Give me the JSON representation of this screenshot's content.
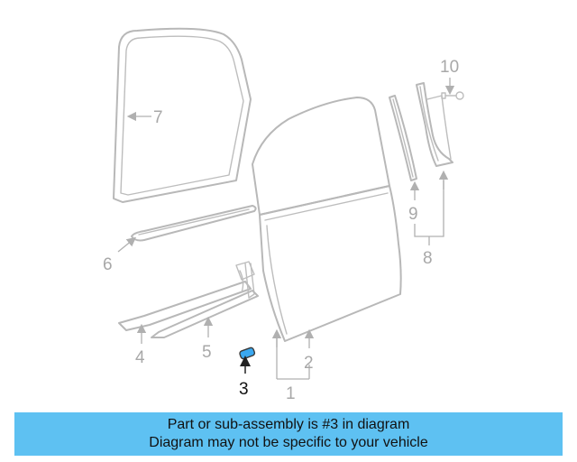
{
  "diagram": {
    "callouts": {
      "c1": "1",
      "c2": "2",
      "c3": "3",
      "c4": "4",
      "c5": "5",
      "c6": "6",
      "c7": "7",
      "c8": "8",
      "c9": "9",
      "c10": "10"
    },
    "highlighted_part": "3",
    "colors": {
      "lines": "#b8b8b8",
      "highlight": "#3aa8f0",
      "banner": "#5ec1f2"
    }
  },
  "banner": {
    "line1": "Part or sub-assembly is #3 in diagram",
    "line2": "Diagram may not be specific to your vehicle"
  }
}
